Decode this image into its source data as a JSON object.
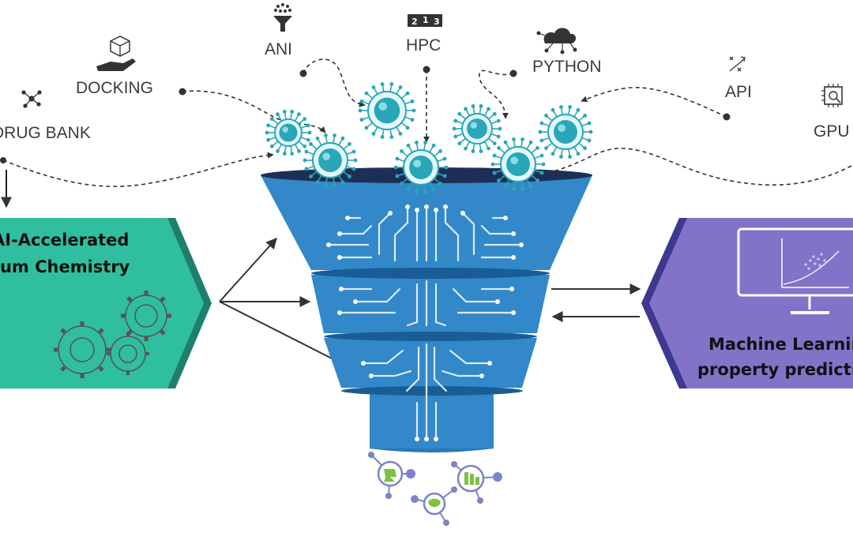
{
  "tools": {
    "drug_bank": "DRUG BANK",
    "docking": "DOCKING",
    "ani": "ANI",
    "hpc": "HPC",
    "python": "PYTHON",
    "api": "API",
    "gpu": "GPU"
  },
  "left_panel": {
    "line1": "AI-Accelerated",
    "line2": "Quantum Chemistry"
  },
  "right_panel": {
    "line1": "Machine Learning",
    "line2": "property prediction"
  },
  "colors": {
    "teal": "#2fbf9f",
    "purple": "#8273c9",
    "funnel_blue": "#3288c8",
    "funnel_dark": "#1e2f57",
    "virus": "#29a7b8"
  }
}
